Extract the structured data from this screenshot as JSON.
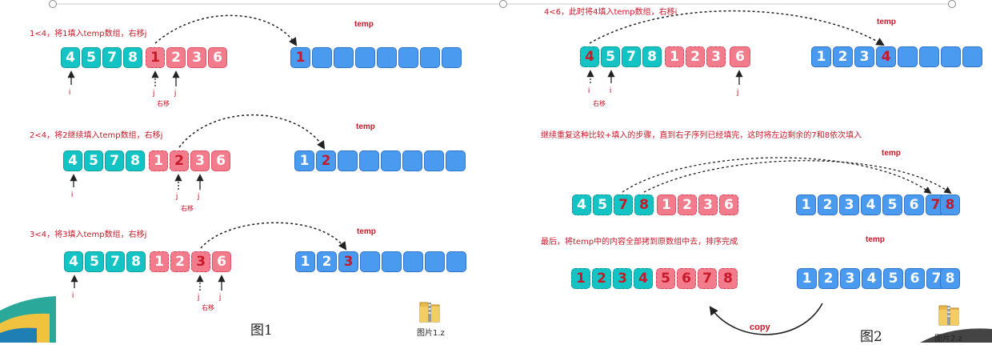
{
  "figure1": {
    "caption": "图1",
    "file_label": "图片1.z",
    "steps": [
      {
        "title": "1<4，将1填入temp数组，右移j",
        "temp_label": "temp",
        "ptr_labels": [
          "i",
          "j",
          "j"
        ],
        "shift_label": "右移",
        "source": [
          "4",
          "5",
          "7",
          "8",
          "1",
          "2",
          "3",
          "6"
        ],
        "temp": [
          "1"
        ]
      },
      {
        "title": "2<4，将2继续填入temp数组，右移j",
        "temp_label": "temp",
        "ptr_labels": [
          "i",
          "j",
          "j"
        ],
        "shift_label": "右移",
        "source": [
          "4",
          "5",
          "7",
          "8",
          "1",
          "2",
          "3",
          "6"
        ],
        "temp": [
          "1",
          "2"
        ]
      },
      {
        "title": "3<4，将3填入temp数组，右移j",
        "temp_label": "temp",
        "ptr_labels": [
          "i",
          "j",
          "j"
        ],
        "shift_label": "右移",
        "source": [
          "4",
          "5",
          "7",
          "8",
          "1",
          "2",
          "3",
          "6"
        ],
        "temp": [
          "1",
          "2",
          "3"
        ]
      }
    ]
  },
  "figure2": {
    "caption": "图2",
    "file_label": "图片2.z",
    "step1": {
      "title": "4<6，此时将4填入temp数组，右移i",
      "temp_label": "temp",
      "ptr_labels": [
        "i",
        "i",
        "j"
      ],
      "shift_label": "右移",
      "source": [
        "4",
        "5",
        "7",
        "8",
        "1",
        "2",
        "3",
        "6"
      ],
      "temp": [
        "1",
        "2",
        "3",
        "4"
      ]
    },
    "step2": {
      "title": "继续重复这种比较+填入的步骤，直到右子序列已经填完，这时将左边剩余的7和8依次填入",
      "temp_label": "temp",
      "source": [
        "4",
        "5",
        "7",
        "8",
        "1",
        "2",
        "3",
        "6"
      ],
      "temp": [
        "1",
        "2",
        "3",
        "4",
        "5",
        "6",
        "7",
        "8"
      ]
    },
    "step3": {
      "title": "最后，将temp中的内容全部拷到原数组中去，排序完成",
      "temp_label": "temp",
      "copy_label": "copy",
      "source": [
        "1",
        "2",
        "3",
        "4",
        "5",
        "6",
        "7",
        "8"
      ],
      "temp": [
        "1",
        "2",
        "3",
        "4",
        "5",
        "6",
        "7",
        "8"
      ]
    }
  },
  "colors": {
    "teal": "#14c4c4",
    "pink": "#f27b8c",
    "blue": "#4a9af0",
    "red_text": "#c8192a"
  },
  "icons": [
    "folder-zip-icon",
    "arrow-up-icon",
    "dashed-arc-arrow-icon",
    "curved-arrow-icon"
  ]
}
